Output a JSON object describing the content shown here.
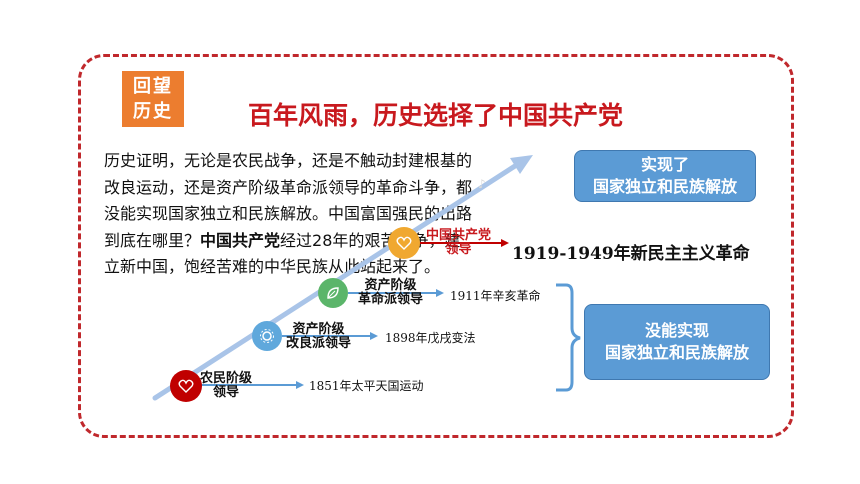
{
  "badge": {
    "line1": "回望",
    "line2": "历史"
  },
  "title": "百年风雨，历史选择了中国共产党",
  "body": {
    "text_before": "历史证明，无论是农民战争，还是不触动封建根基的改良运动，还是资产阶级革命派领导的革命斗争，都没能实现国家独立和民族解放。中国富国强民的出路到底在哪里？",
    "emphasis": "中国共产党",
    "text_after": "经过28年的艰苦斗争，建立新中国，饱经苦难的中华民族从此站起来了。"
  },
  "timeline": [
    {
      "stage": "农民阶级\n领导",
      "event": "1851年太平天国运动",
      "icon": "heart-icon",
      "color": "#c00000"
    },
    {
      "stage": "资产阶级\n改良派领导",
      "event": "1898年戊戌变法",
      "icon": "gear-icon",
      "color": "#5fa8dc"
    },
    {
      "stage": "资产阶级\n革命派领导",
      "event": "1911年辛亥革命",
      "icon": "leaf-icon",
      "color": "#5bb56a"
    },
    {
      "stage": "中国共产党\n领导",
      "event": "1919-1949年新民主主义革命",
      "icon": "heart-icon",
      "color": "#f0a830"
    }
  ],
  "outcomes": {
    "achieved": {
      "line1": "实现了",
      "line2": "国家独立和民族解放"
    },
    "failed": {
      "line1": "没能实现",
      "line2": "国家独立和民族解放"
    }
  },
  "colors": {
    "frame": "#c0282c",
    "title": "#c8191e",
    "badge": "#ec7d2f",
    "box": "#5b9bd5",
    "arrow": "#a9c4e8"
  }
}
